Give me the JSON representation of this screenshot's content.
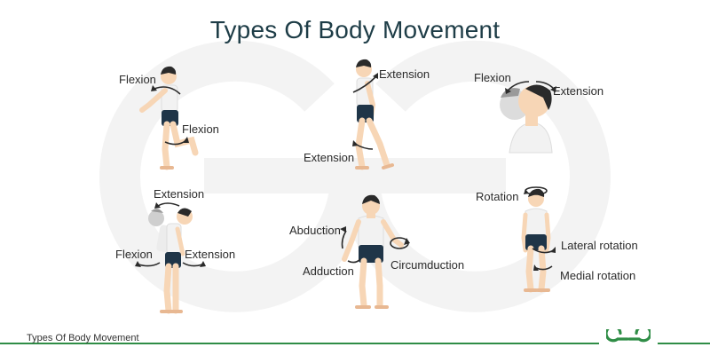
{
  "title": "Types Of Body Movement",
  "footer_caption": "Types Of Body Movement",
  "colors": {
    "title": "#1e3d47",
    "skin": "#f7d6b6",
    "skin_shadow": "#e8b892",
    "hair": "#2a2a2a",
    "shorts": "#1f3548",
    "tank": "#f2f2f2",
    "arrow": "#2a2a2a",
    "watermark": "#f2f2f2",
    "brand_green": "#2f8d46"
  },
  "figures": [
    {
      "id": "leg-flexion",
      "labels": [
        "Flexion",
        "Flexion"
      ]
    },
    {
      "id": "leg-extension",
      "labels": [
        "Extension",
        "Extension"
      ]
    },
    {
      "id": "neck-flexion-extension",
      "labels": [
        "Flexion",
        "Extension"
      ]
    },
    {
      "id": "trunk-flexion-extension",
      "labels": [
        "Extension",
        "Flexion",
        "Extension"
      ]
    },
    {
      "id": "arm-abduction-adduction",
      "labels": [
        "Abduction",
        "Adduction",
        "Circumduction"
      ]
    },
    {
      "id": "rotation",
      "labels": [
        "Rotation",
        "Lateral rotation",
        "Medial rotation"
      ]
    }
  ],
  "logo_icon": "geeksforgeeks-logo-icon"
}
